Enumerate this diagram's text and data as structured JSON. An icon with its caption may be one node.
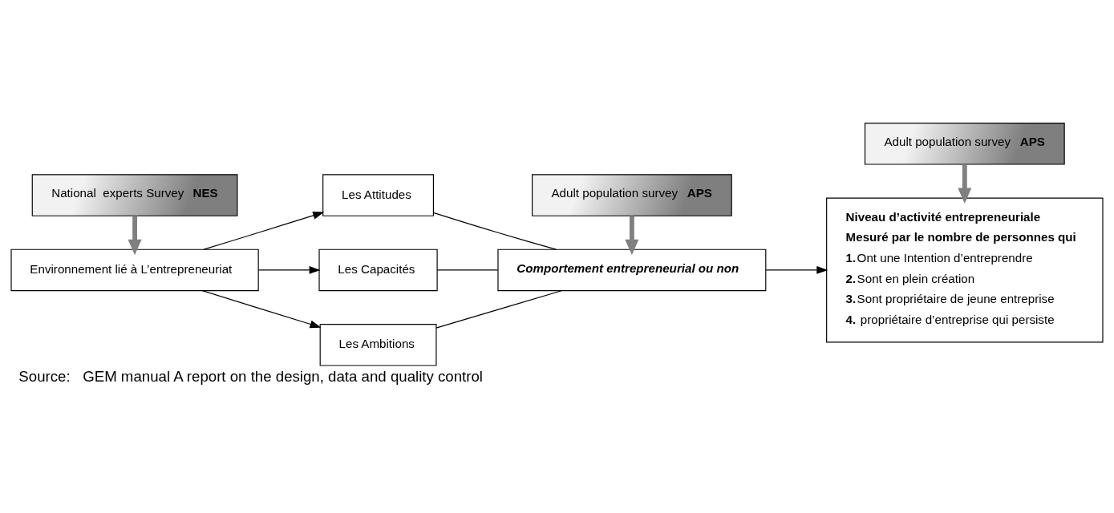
{
  "diagram": {
    "caption": "Source:   GEM manual A report on the design, data and quality control",
    "nodes": [
      {
        "text": [
          "Environnement lié à L’entrepreneuriat"
        ]
      },
      {
        "text": [
          "Les Attitudes"
        ]
      },
      {
        "text": [
          "Les Capacités"
        ]
      },
      {
        "text": [
          "Les Ambitions"
        ]
      },
      {
        "text": [
          "*Comportement entrepreneurial ou non*"
        ]
      },
      {
        "text": [
          "**Niveau d’activité entrepreneuriale**",
          "**Mesuré par le nombre de personnes qui**",
          "**1.**Ont une Intention d’entreprendre",
          "**2.**Sont en plein création",
          "**3.**Sont propriétaire de jeune entreprise",
          "**4.** propriétaire d’entreprise qui persiste"
        ]
      },
      {
        "text": [
          "National  experts Survey **NES**"
        ]
      },
      {
        "text": [
          "Adult population survey **APS**"
        ]
      },
      {
        "text": [
          "Adult population survey **APS**"
        ]
      }
    ],
    "edges": [
      {
        "from": 0,
        "to": 1,
        "arrow": "to"
      },
      {
        "from": 0,
        "to": 2,
        "arrow": "to"
      },
      {
        "from": 0,
        "to": 3,
        "arrow": "to"
      },
      {
        "from": 1,
        "to": 4,
        "arrow": "none"
      },
      {
        "from": 2,
        "to": 4,
        "arrow": "none"
      },
      {
        "from": 3,
        "to": 4,
        "arrow": "none"
      },
      {
        "from": 4,
        "to": 5,
        "arrow": "to"
      },
      {
        "from": 6,
        "to": 0,
        "arrow": "to",
        "style": "thick",
        "color": "#808080"
      },
      {
        "from": 7,
        "to": 4,
        "arrow": "to",
        "style": "thick",
        "color": "#808080"
      },
      {
        "from": 8,
        "to": 5,
        "arrow": "to",
        "style": "thick",
        "color": "#808080"
      }
    ]
  }
}
